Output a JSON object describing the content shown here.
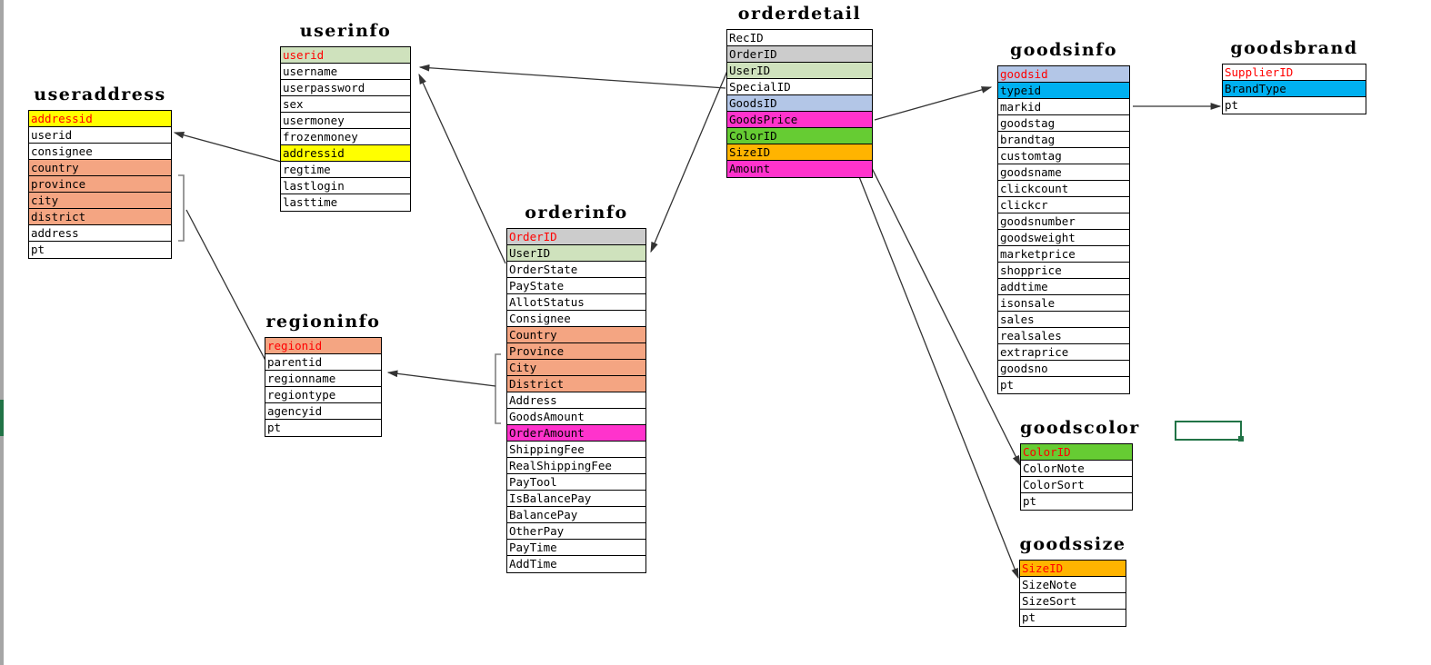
{
  "diagram": {
    "kind": "er-diagram",
    "app": "spreadsheet-canvas",
    "colors": {
      "yellow": "#ffff00",
      "orange_light": "#f4a582",
      "green_light": "#cfe2bd",
      "gray": "#cccccc",
      "blue_light": "#b3c6e7",
      "magenta": "#ff33cc",
      "green": "#66cc33",
      "amber": "#ffb400",
      "cyan": "#00b0f0",
      "white": "#ffffff",
      "pk_text": "#ff0000",
      "selection": "#217346"
    }
  },
  "tables": {
    "useraddress": {
      "title": "useraddress",
      "fields": [
        {
          "name": "addressid",
          "fill": "#ffff00",
          "pk": true
        },
        {
          "name": "userid",
          "fill": "#ffffff",
          "pk": false
        },
        {
          "name": "consignee",
          "fill": "#ffffff",
          "pk": false
        },
        {
          "name": "country",
          "fill": "#f4a582",
          "pk": false
        },
        {
          "name": "province",
          "fill": "#f4a582",
          "pk": false
        },
        {
          "name": "city",
          "fill": "#f4a582",
          "pk": false
        },
        {
          "name": "district",
          "fill": "#f4a582",
          "pk": false
        },
        {
          "name": "address",
          "fill": "#ffffff",
          "pk": false
        },
        {
          "name": "pt",
          "fill": "#ffffff",
          "pk": false
        }
      ]
    },
    "userinfo": {
      "title": "userinfo",
      "fields": [
        {
          "name": "userid",
          "fill": "#cfe2bd",
          "pk": true
        },
        {
          "name": "username",
          "fill": "#ffffff",
          "pk": false
        },
        {
          "name": "userpassword",
          "fill": "#ffffff",
          "pk": false
        },
        {
          "name": "sex",
          "fill": "#ffffff",
          "pk": false
        },
        {
          "name": "usermoney",
          "fill": "#ffffff",
          "pk": false
        },
        {
          "name": "frozenmoney",
          "fill": "#ffffff",
          "pk": false
        },
        {
          "name": "addressid",
          "fill": "#ffff00",
          "pk": false
        },
        {
          "name": "regtime",
          "fill": "#ffffff",
          "pk": false
        },
        {
          "name": "lastlogin",
          "fill": "#ffffff",
          "pk": false
        },
        {
          "name": "lasttime",
          "fill": "#ffffff",
          "pk": false
        }
      ]
    },
    "regioninfo": {
      "title": "regioninfo",
      "fields": [
        {
          "name": "regionid",
          "fill": "#f4a582",
          "pk": true
        },
        {
          "name": "parentid",
          "fill": "#ffffff",
          "pk": false
        },
        {
          "name": "regionname",
          "fill": "#ffffff",
          "pk": false
        },
        {
          "name": "regiontype",
          "fill": "#ffffff",
          "pk": false
        },
        {
          "name": "agencyid",
          "fill": "#ffffff",
          "pk": false
        },
        {
          "name": "pt",
          "fill": "#ffffff",
          "pk": false
        }
      ]
    },
    "orderinfo": {
      "title": "orderinfo",
      "fields": [
        {
          "name": "OrderID",
          "fill": "#cccccc",
          "pk": true
        },
        {
          "name": "UserID",
          "fill": "#cfe2bd",
          "pk": false
        },
        {
          "name": "OrderState",
          "fill": "#ffffff",
          "pk": false
        },
        {
          "name": "PayState",
          "fill": "#ffffff",
          "pk": false
        },
        {
          "name": "AllotStatus",
          "fill": "#ffffff",
          "pk": false
        },
        {
          "name": "Consignee",
          "fill": "#ffffff",
          "pk": false
        },
        {
          "name": "Country",
          "fill": "#f4a582",
          "pk": false
        },
        {
          "name": "Province",
          "fill": "#f4a582",
          "pk": false
        },
        {
          "name": "City",
          "fill": "#f4a582",
          "pk": false
        },
        {
          "name": "District",
          "fill": "#f4a582",
          "pk": false
        },
        {
          "name": "Address",
          "fill": "#ffffff",
          "pk": false
        },
        {
          "name": "GoodsAmount",
          "fill": "#ffffff",
          "pk": false
        },
        {
          "name": "OrderAmount",
          "fill": "#ff33cc",
          "pk": false
        },
        {
          "name": "ShippingFee",
          "fill": "#ffffff",
          "pk": false
        },
        {
          "name": "RealShippingFee",
          "fill": "#ffffff",
          "pk": false
        },
        {
          "name": "PayTool",
          "fill": "#ffffff",
          "pk": false
        },
        {
          "name": "IsBalancePay",
          "fill": "#ffffff",
          "pk": false
        },
        {
          "name": "BalancePay",
          "fill": "#ffffff",
          "pk": false
        },
        {
          "name": "OtherPay",
          "fill": "#ffffff",
          "pk": false
        },
        {
          "name": "PayTime",
          "fill": "#ffffff",
          "pk": false
        },
        {
          "name": "AddTime",
          "fill": "#ffffff",
          "pk": false
        }
      ]
    },
    "orderdetail": {
      "title": "orderdetail",
      "fields": [
        {
          "name": "RecID",
          "fill": "#ffffff",
          "pk": false
        },
        {
          "name": "OrderID",
          "fill": "#cccccc",
          "pk": false
        },
        {
          "name": "UserID",
          "fill": "#cfe2bd",
          "pk": false
        },
        {
          "name": "SpecialID",
          "fill": "#ffffff",
          "pk": false
        },
        {
          "name": "GoodsID",
          "fill": "#b3c6e7",
          "pk": false
        },
        {
          "name": "GoodsPrice",
          "fill": "#ff33cc",
          "pk": false
        },
        {
          "name": "ColorID",
          "fill": "#66cc33",
          "pk": false
        },
        {
          "name": "SizeID",
          "fill": "#ffb400",
          "pk": false
        },
        {
          "name": "Amount",
          "fill": "#ff33cc",
          "pk": false
        }
      ]
    },
    "goodsinfo": {
      "title": "goodsinfo",
      "fields": [
        {
          "name": "goodsid",
          "fill": "#b3c6e7",
          "pk": true
        },
        {
          "name": "typeid",
          "fill": "#00b0f0",
          "pk": false
        },
        {
          "name": "markid",
          "fill": "#ffffff",
          "pk": false
        },
        {
          "name": "goodstag",
          "fill": "#ffffff",
          "pk": false
        },
        {
          "name": "brandtag",
          "fill": "#ffffff",
          "pk": false
        },
        {
          "name": "customtag",
          "fill": "#ffffff",
          "pk": false
        },
        {
          "name": "goodsname",
          "fill": "#ffffff",
          "pk": false
        },
        {
          "name": "clickcount",
          "fill": "#ffffff",
          "pk": false
        },
        {
          "name": "clickcr",
          "fill": "#ffffff",
          "pk": false
        },
        {
          "name": "goodsnumber",
          "fill": "#ffffff",
          "pk": false
        },
        {
          "name": "goodsweight",
          "fill": "#ffffff",
          "pk": false
        },
        {
          "name": "marketprice",
          "fill": "#ffffff",
          "pk": false
        },
        {
          "name": "shopprice",
          "fill": "#ffffff",
          "pk": false
        },
        {
          "name": "addtime",
          "fill": "#ffffff",
          "pk": false
        },
        {
          "name": "isonsale",
          "fill": "#ffffff",
          "pk": false
        },
        {
          "name": "sales",
          "fill": "#ffffff",
          "pk": false
        },
        {
          "name": "realsales",
          "fill": "#ffffff",
          "pk": false
        },
        {
          "name": "extraprice",
          "fill": "#ffffff",
          "pk": false
        },
        {
          "name": "goodsno",
          "fill": "#ffffff",
          "pk": false
        },
        {
          "name": "pt",
          "fill": "#ffffff",
          "pk": false
        }
      ]
    },
    "goodsbrand": {
      "title": "goodsbrand",
      "fields": [
        {
          "name": "SupplierID",
          "fill": "#ffffff",
          "pk": true
        },
        {
          "name": "BrandType",
          "fill": "#00b0f0",
          "pk": false
        },
        {
          "name": "pt",
          "fill": "#ffffff",
          "pk": false
        }
      ]
    },
    "goodscolor": {
      "title": "goodscolor",
      "fields": [
        {
          "name": "ColorID",
          "fill": "#66cc33",
          "pk": true
        },
        {
          "name": "ColorNote",
          "fill": "#ffffff",
          "pk": false
        },
        {
          "name": "ColorSort",
          "fill": "#ffffff",
          "pk": false
        },
        {
          "name": "pt",
          "fill": "#ffffff",
          "pk": false
        }
      ]
    },
    "goodssize": {
      "title": "goodssize",
      "fields": [
        {
          "name": "SizeID",
          "fill": "#ffb400",
          "pk": true
        },
        {
          "name": "SizeNote",
          "fill": "#ffffff",
          "pk": false
        },
        {
          "name": "SizeSort",
          "fill": "#ffffff",
          "pk": false
        },
        {
          "name": "pt",
          "fill": "#ffffff",
          "pk": false
        }
      ]
    }
  },
  "relationships": [
    {
      "from": "userinfo.addressid",
      "to": "useraddress.addressid"
    },
    {
      "from": "orderdetail.UserID",
      "to": "userinfo.userid"
    },
    {
      "from": "orderinfo.UserID",
      "to": "userinfo.userid"
    },
    {
      "from": "orderdetail.OrderID",
      "to": "orderinfo.OrderID"
    },
    {
      "from": "useraddress.country-province-city-district",
      "to": "regioninfo.regionid"
    },
    {
      "from": "orderinfo.Country-Province-City-District",
      "to": "regioninfo.regionid"
    },
    {
      "from": "orderdetail.GoodsID",
      "to": "goodsinfo.goodsid"
    },
    {
      "from": "goodsinfo.typeid",
      "to": "goodsbrand.BrandType"
    },
    {
      "from": "orderdetail.ColorID",
      "to": "goodscolor.ColorID"
    },
    {
      "from": "orderdetail.SizeID",
      "to": "goodssize.SizeID"
    }
  ]
}
